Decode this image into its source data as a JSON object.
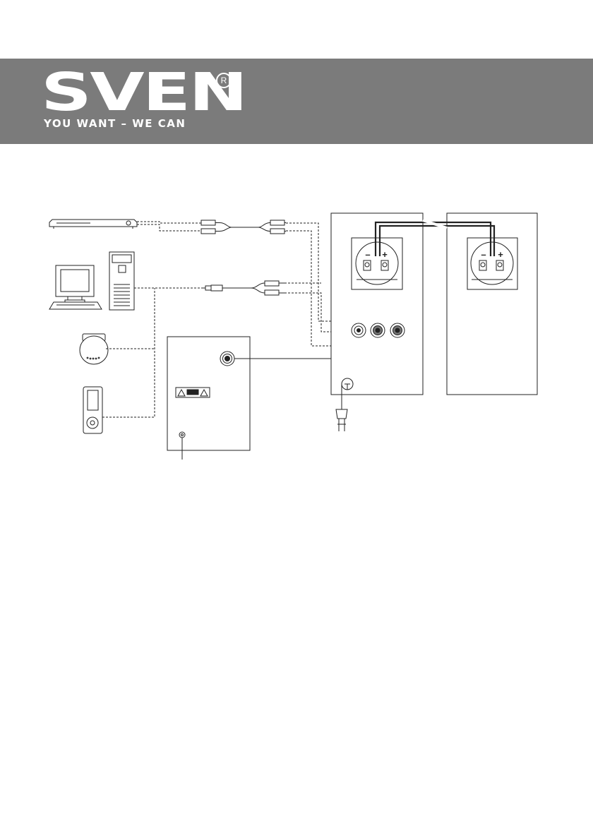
{
  "header": {
    "brand": "SVEN",
    "registered": "R",
    "tagline": "YOU WANT – WE CAN"
  },
  "colors": {
    "banner": "#7b7b7b",
    "line": "#222222",
    "background": "#ffffff"
  },
  "diagram": {
    "terminal_minus": "–",
    "terminal_plus": "+"
  }
}
